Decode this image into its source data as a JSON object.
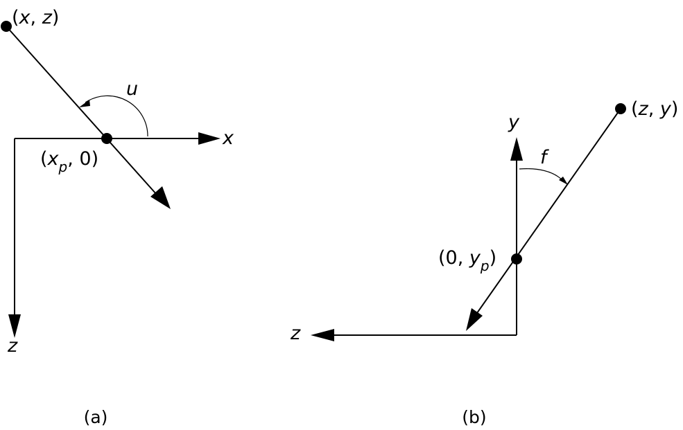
{
  "panel_a": {
    "point_label": {
      "open": "(",
      "var1": "x",
      "sep": ", ",
      "var2": "z",
      "close": ")"
    },
    "pivot_label": {
      "open": "(",
      "var": "x",
      "subscript": "p",
      "rest": ", 0)"
    },
    "angle_label": "u",
    "x_axis_label": "x",
    "z_axis_label": "z",
    "caption": "(a)"
  },
  "panel_b": {
    "point_label": {
      "open": "(",
      "var1": "z",
      "sep": ", ",
      "var2": "y",
      "close": ")"
    },
    "pivot_label": {
      "open": "(0, ",
      "var": "y",
      "subscript": "p",
      "close": ")"
    },
    "angle_label": "f",
    "y_axis_label": "y",
    "z_axis_label": "z",
    "caption": "(b)"
  }
}
